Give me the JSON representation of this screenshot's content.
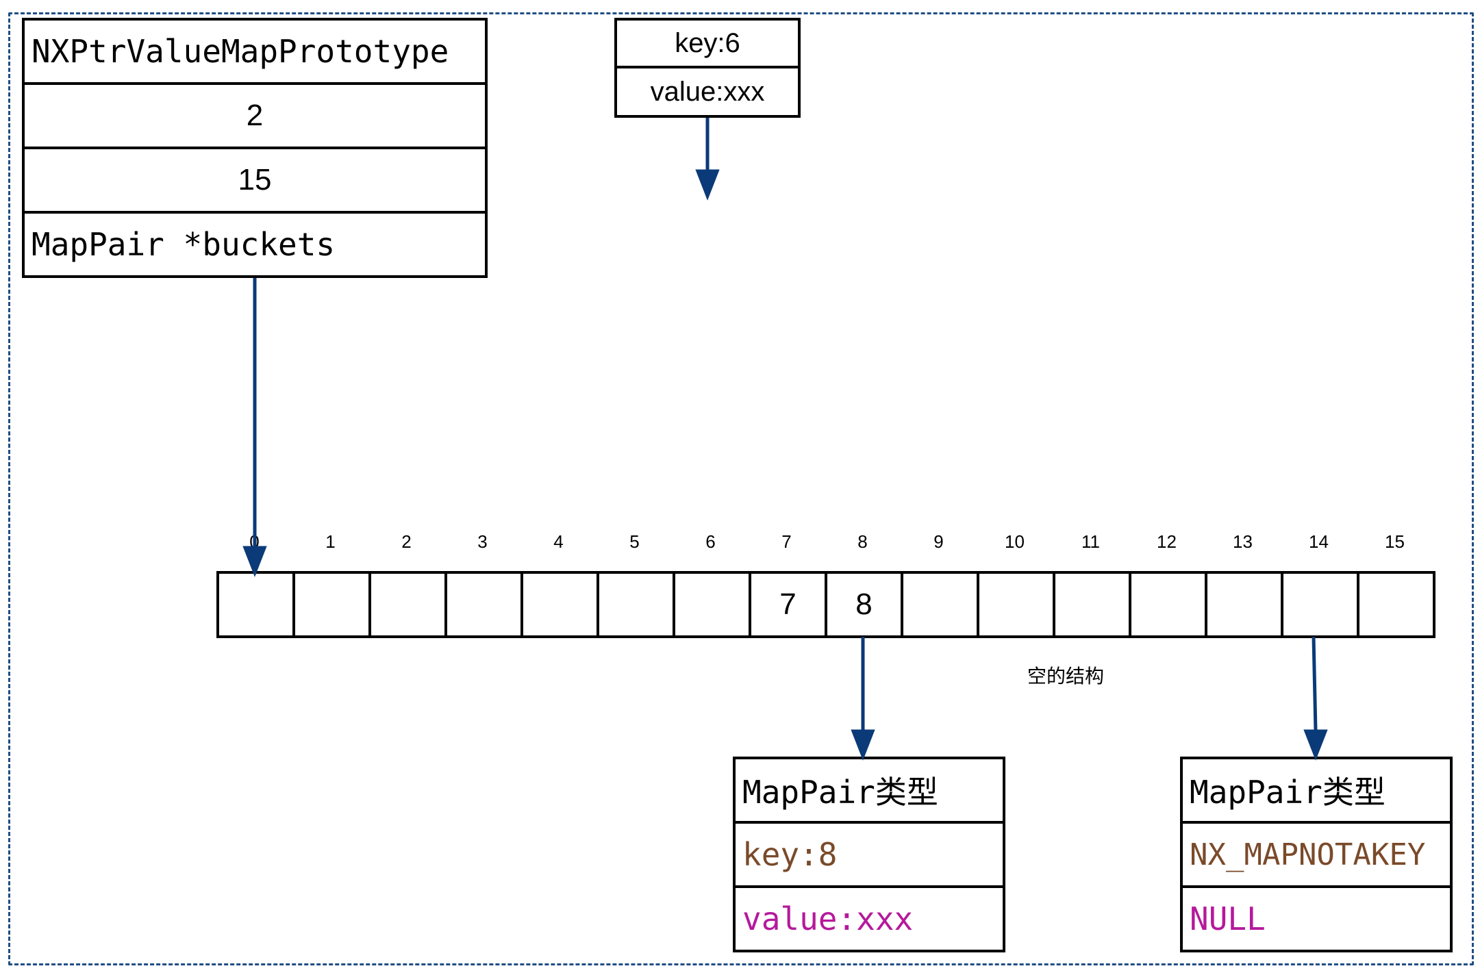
{
  "struct": {
    "rows": [
      "NXPtrValueMapPrototype",
      "2",
      "15",
      "MapPair  *buckets"
    ]
  },
  "new_pair": {
    "key": "key:6",
    "value": "value:xxx"
  },
  "buckets": {
    "indices": [
      "0",
      "1",
      "2",
      "3",
      "4",
      "5",
      "6",
      "7",
      "8",
      "9",
      "10",
      "11",
      "12",
      "13",
      "14",
      "15"
    ],
    "cells": [
      "",
      "",
      "",
      "",
      "",
      "",
      "",
      "7",
      "8",
      "",
      "",
      "",
      "",
      "",
      "",
      ""
    ]
  },
  "empty_note": "空的结构",
  "pair_8": {
    "title": "MapPair类型",
    "key": "key:8",
    "value": "value:xxx"
  },
  "pair_14": {
    "title": "MapPair类型",
    "key": "NX_MAPNOTAKEY",
    "value": "NULL"
  },
  "colors": {
    "frame": "#1f4e85",
    "arrow": "#0b3a78",
    "key_text": "#7a4a2a",
    "value_text": "#b5199b"
  }
}
